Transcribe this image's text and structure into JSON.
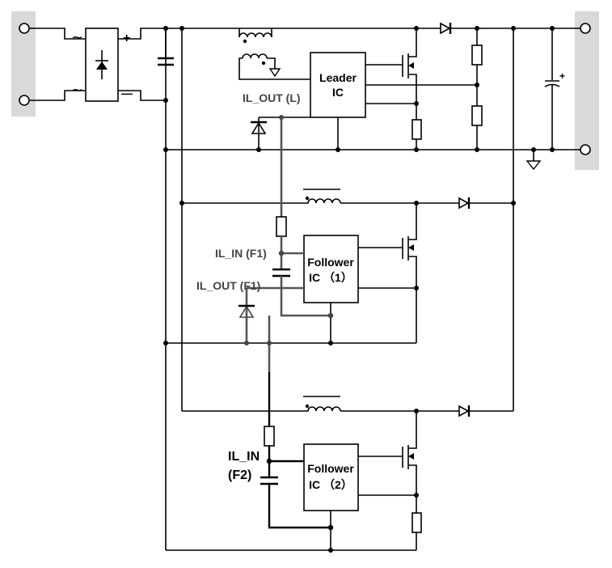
{
  "ic_labels": {
    "leader_line1": "Leader",
    "leader_line2": "IC",
    "follower1_line1": "Follower",
    "follower1_line2": "IC （1）",
    "follower2_line1": "Follower",
    "follower2_line2": "IC （2）"
  },
  "signal_labels": {
    "il_out_l": "IL_OUT (L)",
    "il_in_f1": "IL_IN (F1)",
    "il_out_f1": "IL_OUT (F1)",
    "il_in_f2_line1": "IL_IN",
    "il_in_f2_line2": "(F2)"
  },
  "rectifier_labels": {
    "ac_top": "~",
    "ac_bottom": "~",
    "dc_plus": "+",
    "dc_minus": "—"
  },
  "output_cap_polarity": "+",
  "colors": {
    "wire": "#000000",
    "sense_wire": "#555555",
    "terminal_strip": "#d9d9d9"
  }
}
